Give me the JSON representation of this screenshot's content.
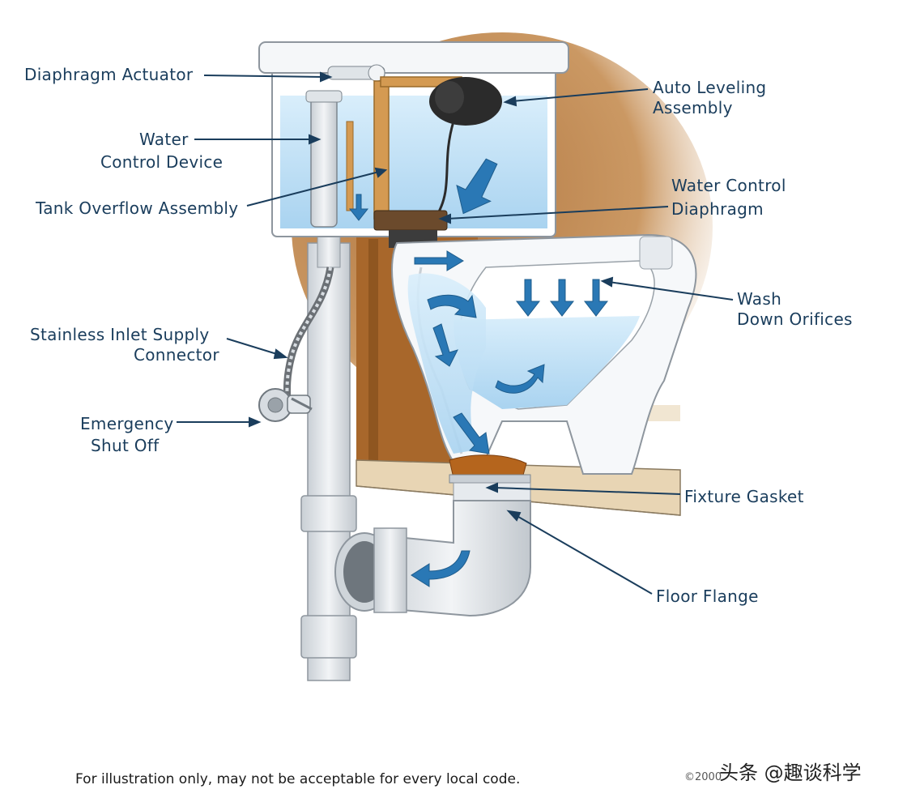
{
  "labels": {
    "diaphragm_actuator": "Diaphragm Actuator",
    "water_control_device_1": "Water",
    "water_control_device_2": "Control Device",
    "tank_overflow_assembly": "Tank Overflow Assembly",
    "stainless_inlet_1": "Stainless Inlet Supply",
    "stainless_inlet_2": "Connector",
    "emergency_shut_off_1": "Emergency",
    "emergency_shut_off_2": "Shut Off",
    "auto_leveling_1": "Auto Leveling",
    "auto_leveling_2": "Assembly",
    "water_control_diaphragm_1": "Water Control",
    "water_control_diaphragm_2": "Diaphragm",
    "wash_down_orifices_1": "Wash",
    "wash_down_orifices_2": "Down Orifices",
    "fixture_gasket": "Fixture Gasket",
    "floor_flange": "Floor Flange"
  },
  "footer": {
    "disclaimer": "For illustration only, may not be acceptable for every local code.",
    "copyright": "©2000"
  },
  "watermark": "头条 @趣谈科学",
  "colors": {
    "label_text": "#1a3d5c",
    "leader_line": "#1a3d5c",
    "water": "#bfe0f5",
    "flow_arrow": "#2a78b5",
    "wall_brown": "#a8672b",
    "porcelain": "#f4f6f8",
    "pipe": "#e6e9ec"
  }
}
